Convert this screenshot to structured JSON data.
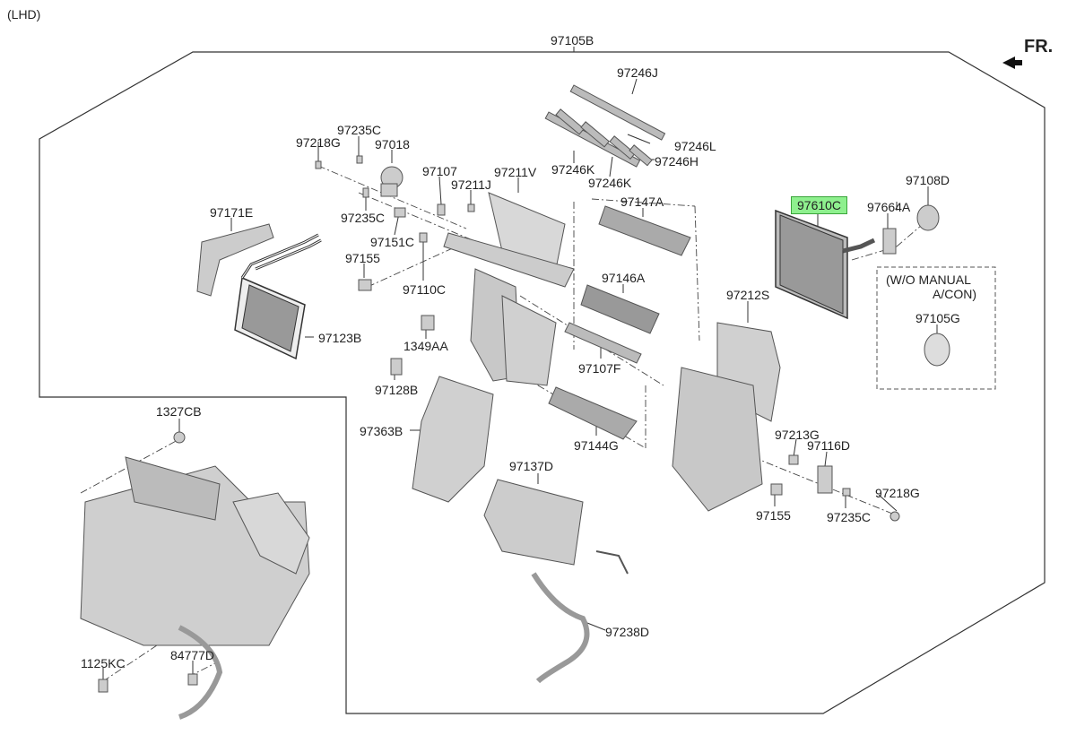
{
  "header": {
    "variant": "(LHD)",
    "direction": "FR."
  },
  "highlight_color": "#8ef08e",
  "note": {
    "line1": "(W/O MANUAL",
    "line2": "A/CON)"
  },
  "parts": {
    "p97105B": "97105B",
    "p97246J": "97246J",
    "p97246L": "97246L",
    "p97246K_1": "97246K",
    "p97246K_2": "97246K",
    "p97246H": "97246H",
    "p97235C_1": "97235C",
    "p97218G_1": "97218G",
    "p97018": "97018",
    "p97107": "97107",
    "p97211V": "97211V",
    "p97211J": "97211J",
    "p97147A": "97147A",
    "p97108D": "97108D",
    "p97610C": "97610C",
    "p97664A": "97664A",
    "p97171E": "97171E",
    "p97235C_2": "97235C",
    "p97151C": "97151C",
    "p97155_1": "97155",
    "p97110C": "97110C",
    "p97146A": "97146A",
    "p97212S": "97212S",
    "p97105G": "97105G",
    "p97123B": "97123B",
    "p1349AA": "1349AA",
    "p97107F": "97107F",
    "p97128B": "97128B",
    "p1327CB": "1327CB",
    "p97363B": "97363B",
    "p97144G": "97144G",
    "p97213G": "97213G",
    "p97116D": "97116D",
    "p97137D": "97137D",
    "p97218G_2": "97218G",
    "p97155_2": "97155",
    "p97235C_3": "97235C",
    "p97238D": "97238D",
    "p1125KC": "1125KC",
    "p84777D": "84777D"
  }
}
